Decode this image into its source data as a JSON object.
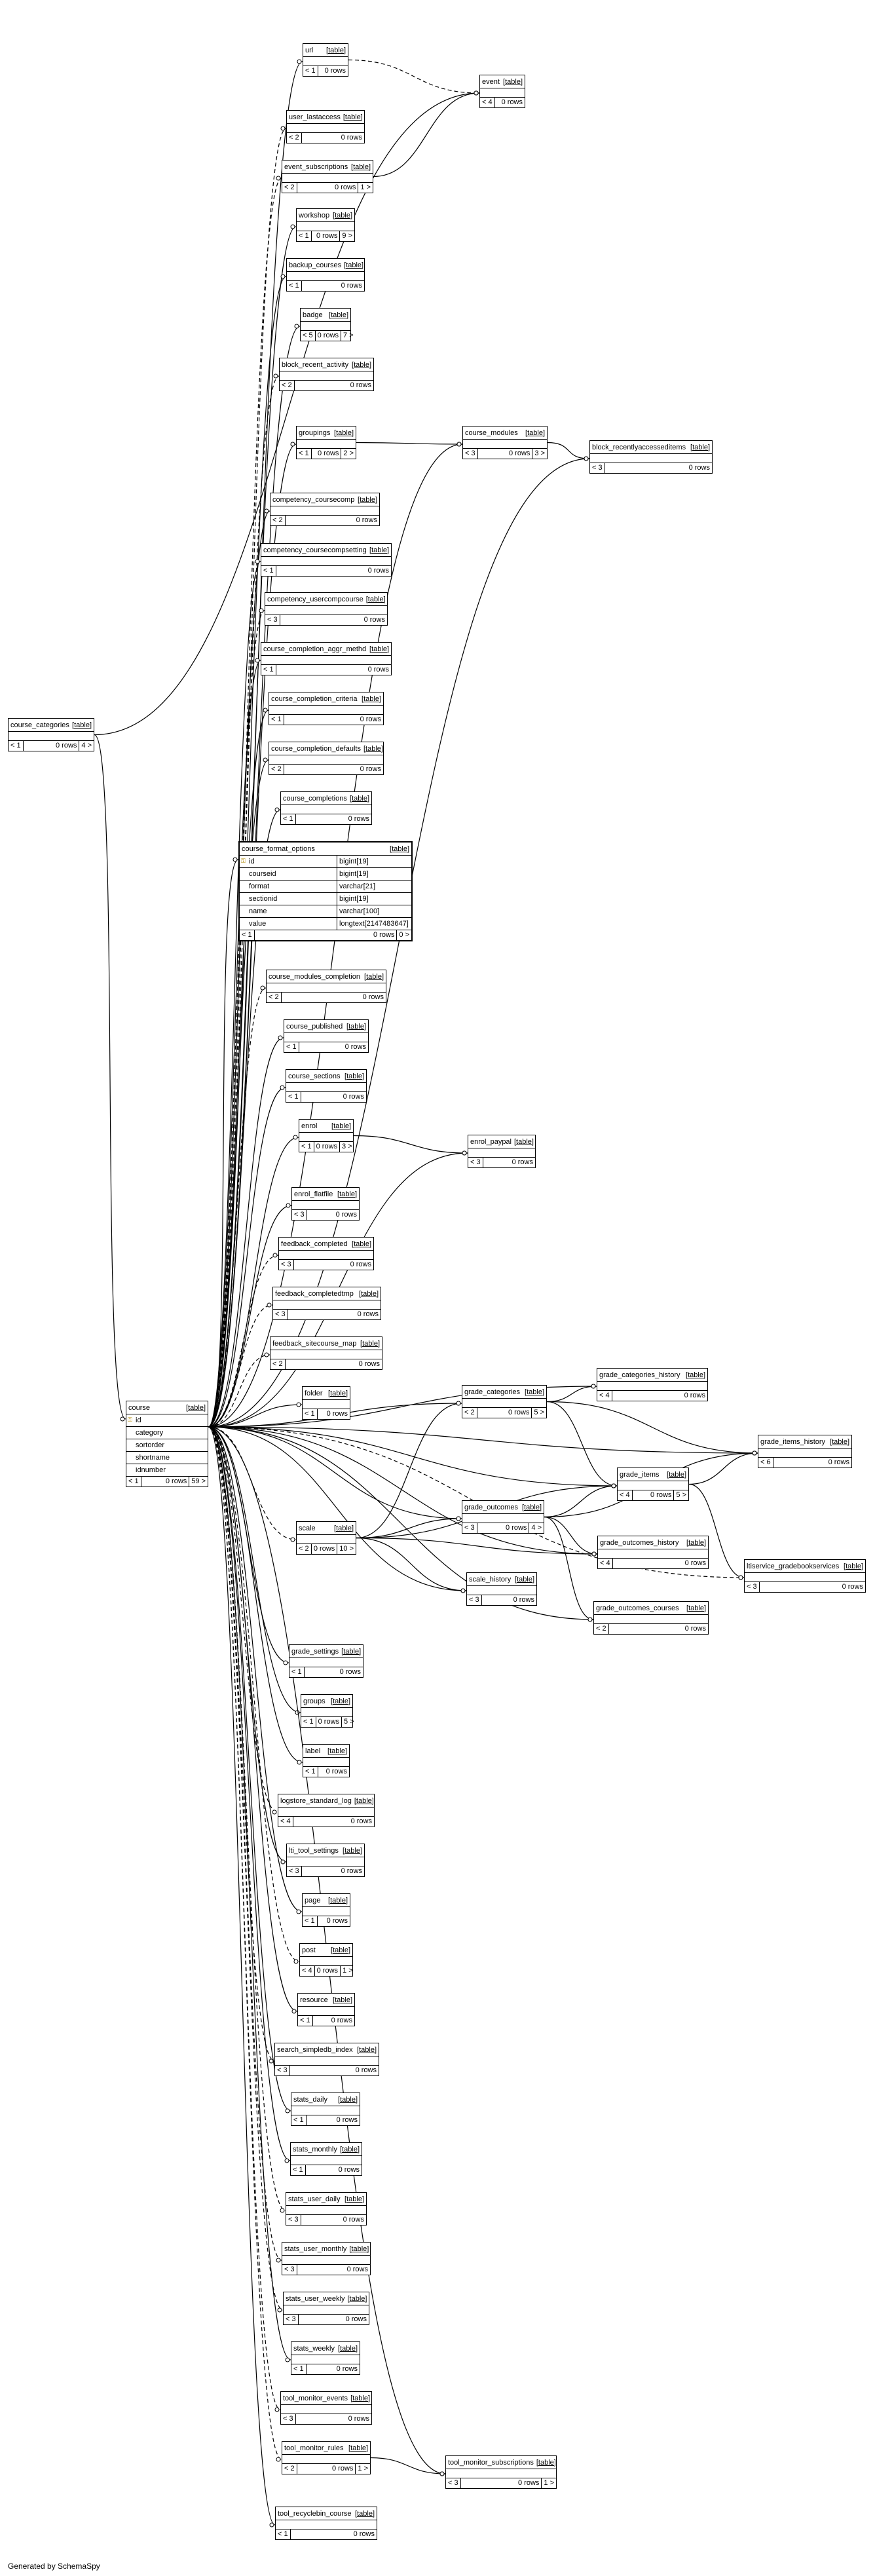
{
  "footer": "Generated by SchemaSpy",
  "table_tag": "[table]",
  "tables": [
    {
      "id": "url",
      "name": "url",
      "parents": "< 1",
      "rows": "0 rows",
      "children": ""
    },
    {
      "id": "event",
      "name": "event",
      "parents": "< 4",
      "rows": "0 rows",
      "children": ""
    },
    {
      "id": "user_lastaccess",
      "name": "user_lastaccess",
      "parents": "< 2",
      "rows": "0 rows",
      "children": ""
    },
    {
      "id": "event_subscriptions",
      "name": "event_subscriptions",
      "parents": "< 2",
      "rows": "0 rows",
      "children": "1 >"
    },
    {
      "id": "workshop",
      "name": "workshop",
      "parents": "< 1",
      "rows": "0 rows",
      "children": "9 >"
    },
    {
      "id": "backup_courses",
      "name": "backup_courses",
      "parents": "< 1",
      "rows": "0 rows",
      "children": ""
    },
    {
      "id": "badge",
      "name": "badge",
      "parents": "< 5",
      "rows": "0 rows",
      "children": "7 >"
    },
    {
      "id": "block_recent_activity",
      "name": "block_recent_activity",
      "parents": "< 2",
      "rows": "0 rows",
      "children": ""
    },
    {
      "id": "groupings",
      "name": "groupings",
      "parents": "< 1",
      "rows": "0 rows",
      "children": "2 >"
    },
    {
      "id": "course_modules",
      "name": "course_modules",
      "parents": "< 3",
      "rows": "0 rows",
      "children": "3 >"
    },
    {
      "id": "block_recentlyaccesseditems",
      "name": "block_recentlyaccesseditems",
      "parents": "< 3",
      "rows": "0 rows",
      "children": ""
    },
    {
      "id": "competency_coursecomp",
      "name": "competency_coursecomp",
      "parents": "< 2",
      "rows": "0 rows",
      "children": ""
    },
    {
      "id": "competency_coursecompsetting",
      "name": "competency_coursecompsetting",
      "parents": "< 1",
      "rows": "0 rows",
      "children": ""
    },
    {
      "id": "competency_usercompcourse",
      "name": "competency_usercompcourse",
      "parents": "< 3",
      "rows": "0 rows",
      "children": ""
    },
    {
      "id": "course_completion_aggr_methd",
      "name": "course_completion_aggr_methd",
      "parents": "< 1",
      "rows": "0 rows",
      "children": ""
    },
    {
      "id": "course_categories",
      "name": "course_categories",
      "parents": "< 1",
      "rows": "0 rows",
      "children": "4 >"
    },
    {
      "id": "course_completion_criteria",
      "name": "course_completion_criteria",
      "parents": "< 1",
      "rows": "0 rows",
      "children": ""
    },
    {
      "id": "course_completion_defaults",
      "name": "course_completion_defaults",
      "parents": "< 2",
      "rows": "0 rows",
      "children": ""
    },
    {
      "id": "course_completions",
      "name": "course_completions",
      "parents": "< 1",
      "rows": "0 rows",
      "children": ""
    },
    {
      "id": "course_modules_completion",
      "name": "course_modules_completion",
      "parents": "< 2",
      "rows": "0 rows",
      "children": ""
    },
    {
      "id": "course_published",
      "name": "course_published",
      "parents": "< 1",
      "rows": "0 rows",
      "children": ""
    },
    {
      "id": "course_sections",
      "name": "course_sections",
      "parents": "< 1",
      "rows": "0 rows",
      "children": ""
    },
    {
      "id": "enrol",
      "name": "enrol",
      "parents": "< 1",
      "rows": "0 rows",
      "children": "3 >"
    },
    {
      "id": "enrol_paypal",
      "name": "enrol_paypal",
      "parents": "< 3",
      "rows": "0 rows",
      "children": ""
    },
    {
      "id": "enrol_flatfile",
      "name": "enrol_flatfile",
      "parents": "< 3",
      "rows": "0 rows",
      "children": ""
    },
    {
      "id": "feedback_completed",
      "name": "feedback_completed",
      "parents": "< 3",
      "rows": "0 rows",
      "children": ""
    },
    {
      "id": "feedback_completedtmp",
      "name": "feedback_completedtmp",
      "parents": "< 3",
      "rows": "0 rows",
      "children": ""
    },
    {
      "id": "feedback_sitecourse_map",
      "name": "feedback_sitecourse_map",
      "parents": "< 2",
      "rows": "0 rows",
      "children": ""
    },
    {
      "id": "folder",
      "name": "folder",
      "parents": "< 1",
      "rows": "0 rows",
      "children": ""
    },
    {
      "id": "grade_categories_history",
      "name": "grade_categories_history",
      "parents": "< 4",
      "rows": "0 rows",
      "children": ""
    },
    {
      "id": "grade_categories",
      "name": "grade_categories",
      "parents": "< 2",
      "rows": "0 rows",
      "children": "5 >"
    },
    {
      "id": "grade_items_history",
      "name": "grade_items_history",
      "parents": "< 6",
      "rows": "0 rows",
      "children": ""
    },
    {
      "id": "grade_items",
      "name": "grade_items",
      "parents": "< 4",
      "rows": "0 rows",
      "children": "5 >"
    },
    {
      "id": "grade_outcomes",
      "name": "grade_outcomes",
      "parents": "< 3",
      "rows": "0 rows",
      "children": "4 >"
    },
    {
      "id": "scale",
      "name": "scale",
      "parents": "< 2",
      "rows": "0 rows",
      "children": "10 >"
    },
    {
      "id": "grade_outcomes_history",
      "name": "grade_outcomes_history",
      "parents": "< 4",
      "rows": "0 rows",
      "children": ""
    },
    {
      "id": "ltiservice_gradebookservices",
      "name": "ltiservice_gradebookservices",
      "parents": "< 3",
      "rows": "0 rows",
      "children": ""
    },
    {
      "id": "scale_history",
      "name": "scale_history",
      "parents": "< 3",
      "rows": "0 rows",
      "children": ""
    },
    {
      "id": "grade_outcomes_courses",
      "name": "grade_outcomes_courses",
      "parents": "< 2",
      "rows": "0 rows",
      "children": ""
    },
    {
      "id": "grade_settings",
      "name": "grade_settings",
      "parents": "< 1",
      "rows": "0 rows",
      "children": ""
    },
    {
      "id": "groups",
      "name": "groups",
      "parents": "< 1",
      "rows": "0 rows",
      "children": "5 >"
    },
    {
      "id": "label",
      "name": "label",
      "parents": "< 1",
      "rows": "0 rows",
      "children": ""
    },
    {
      "id": "logstore_standard_log",
      "name": "logstore_standard_log",
      "parents": "< 4",
      "rows": "0 rows",
      "children": ""
    },
    {
      "id": "lti_tool_settings",
      "name": "lti_tool_settings",
      "parents": "< 3",
      "rows": "0 rows",
      "children": ""
    },
    {
      "id": "page",
      "name": "page",
      "parents": "< 1",
      "rows": "0 rows",
      "children": ""
    },
    {
      "id": "post",
      "name": "post",
      "parents": "< 4",
      "rows": "0 rows",
      "children": "1 >"
    },
    {
      "id": "resource",
      "name": "resource",
      "parents": "< 1",
      "rows": "0 rows",
      "children": ""
    },
    {
      "id": "search_simpledb_index",
      "name": "search_simpledb_index",
      "parents": "< 3",
      "rows": "0 rows",
      "children": ""
    },
    {
      "id": "stats_daily",
      "name": "stats_daily",
      "parents": "< 1",
      "rows": "0 rows",
      "children": ""
    },
    {
      "id": "stats_monthly",
      "name": "stats_monthly",
      "parents": "< 1",
      "rows": "0 rows",
      "children": ""
    },
    {
      "id": "stats_user_daily",
      "name": "stats_user_daily",
      "parents": "< 3",
      "rows": "0 rows",
      "children": ""
    },
    {
      "id": "stats_user_monthly",
      "name": "stats_user_monthly",
      "parents": "< 3",
      "rows": "0 rows",
      "children": ""
    },
    {
      "id": "stats_user_weekly",
      "name": "stats_user_weekly",
      "parents": "< 3",
      "rows": "0 rows",
      "children": ""
    },
    {
      "id": "stats_weekly",
      "name": "stats_weekly",
      "parents": "< 1",
      "rows": "0 rows",
      "children": ""
    },
    {
      "id": "tool_monitor_events",
      "name": "tool_monitor_events",
      "parents": "< 3",
      "rows": "0 rows",
      "children": ""
    },
    {
      "id": "tool_monitor_rules",
      "name": "tool_monitor_rules",
      "parents": "< 2",
      "rows": "0 rows",
      "children": "1 >"
    },
    {
      "id": "tool_monitor_subscriptions",
      "name": "tool_monitor_subscriptions",
      "parents": "< 3",
      "rows": "0 rows",
      "children": "1 >"
    },
    {
      "id": "tool_recyclebin_course",
      "name": "tool_recyclebin_course",
      "parents": "< 1",
      "rows": "0 rows",
      "children": ""
    },
    {
      "id": "course",
      "name": "course",
      "parents": "< 1",
      "rows": "0 rows",
      "children": "59 >",
      "columns": [
        {
          "name": "id",
          "type": "",
          "key": true
        },
        {
          "name": "category",
          "type": "",
          "key": false
        },
        {
          "name": "sortorder",
          "type": "",
          "key": false
        },
        {
          "name": "shortname",
          "type": "",
          "key": false
        },
        {
          "name": "idnumber",
          "type": "",
          "key": false
        }
      ]
    },
    {
      "id": "course_format_options",
      "name": "course_format_options",
      "parents": "< 1",
      "rows": "0 rows",
      "children": "0 >",
      "focus": true,
      "columns": [
        {
          "name": "id",
          "type": "bigint[19]",
          "key": true
        },
        {
          "name": "courseid",
          "type": "bigint[19]",
          "key": false
        },
        {
          "name": "format",
          "type": "varchar[21]",
          "key": false
        },
        {
          "name": "sectionid",
          "type": "bigint[19]",
          "key": false
        },
        {
          "name": "name",
          "type": "varchar[100]",
          "key": false
        },
        {
          "name": "value",
          "type": "longtext[2147483647]",
          "key": false
        }
      ]
    }
  ],
  "edges": [
    {
      "from": "course",
      "to": "url",
      "style": "solid"
    },
    {
      "from": "course",
      "to": "user_lastaccess",
      "style": "dashed"
    },
    {
      "from": "course",
      "to": "event_subscriptions",
      "style": "dashed"
    },
    {
      "from": "course",
      "to": "workshop",
      "style": "solid"
    },
    {
      "from": "course",
      "to": "backup_courses",
      "style": "solid"
    },
    {
      "from": "course",
      "to": "badge",
      "style": "solid"
    },
    {
      "from": "course",
      "to": "block_recent_activity",
      "style": "dashed"
    },
    {
      "from": "course",
      "to": "groupings",
      "style": "solid"
    },
    {
      "from": "course",
      "to": "course_modules",
      "style": "solid"
    },
    {
      "from": "course",
      "to": "block_recentlyaccesseditems",
      "style": "solid"
    },
    {
      "from": "course",
      "to": "competency_coursecomp",
      "style": "solid"
    },
    {
      "from": "course",
      "to": "competency_coursecompsetting",
      "style": "solid"
    },
    {
      "from": "course",
      "to": "competency_usercompcourse",
      "style": "dashed"
    },
    {
      "from": "course",
      "to": "course_completion_aggr_methd",
      "style": "solid"
    },
    {
      "from": "course",
      "to": "course_completion_criteria",
      "style": "solid"
    },
    {
      "from": "course",
      "to": "course_completion_defaults",
      "style": "solid"
    },
    {
      "from": "course",
      "to": "course_completions",
      "style": "solid"
    },
    {
      "from": "course",
      "to": "course_format_options",
      "style": "solid"
    },
    {
      "from": "course",
      "to": "course_modules_completion",
      "style": "dashed"
    },
    {
      "from": "course",
      "to": "course_published",
      "style": "solid"
    },
    {
      "from": "course",
      "to": "course_sections",
      "style": "solid"
    },
    {
      "from": "course",
      "to": "enrol",
      "style": "solid"
    },
    {
      "from": "course",
      "to": "enrol_paypal",
      "style": "solid"
    },
    {
      "from": "course",
      "to": "enrol_flatfile",
      "style": "solid"
    },
    {
      "from": "course",
      "to": "feedback_completed",
      "style": "dashed"
    },
    {
      "from": "course",
      "to": "feedback_completedtmp",
      "style": "dashed"
    },
    {
      "from": "course",
      "to": "feedback_sitecourse_map",
      "style": "dashed"
    },
    {
      "from": "course",
      "to": "folder",
      "style": "solid"
    },
    {
      "from": "course",
      "to": "grade_categories",
      "style": "solid"
    },
    {
      "from": "course",
      "to": "grade_categories_history",
      "style": "solid"
    },
    {
      "from": "course",
      "to": "grade_items",
      "style": "solid"
    },
    {
      "from": "course",
      "to": "grade_items_history",
      "style": "solid"
    },
    {
      "from": "course",
      "to": "grade_outcomes",
      "style": "solid"
    },
    {
      "from": "course",
      "to": "grade_outcomes_history",
      "style": "solid"
    },
    {
      "from": "course",
      "to": "scale",
      "style": "dashed"
    },
    {
      "from": "course",
      "to": "scale_history",
      "style": "solid"
    },
    {
      "from": "course",
      "to": "grade_outcomes_courses",
      "style": "solid"
    },
    {
      "from": "course",
      "to": "ltiservice_gradebookservices",
      "style": "dashed"
    },
    {
      "from": "course",
      "to": "grade_settings",
      "style": "solid"
    },
    {
      "from": "course",
      "to": "groups",
      "style": "solid"
    },
    {
      "from": "course",
      "to": "label",
      "style": "solid"
    },
    {
      "from": "course",
      "to": "logstore_standard_log",
      "style": "dashed"
    },
    {
      "from": "course",
      "to": "lti_tool_settings",
      "style": "solid"
    },
    {
      "from": "course",
      "to": "page",
      "style": "solid"
    },
    {
      "from": "course",
      "to": "post",
      "style": "dashed"
    },
    {
      "from": "course",
      "to": "resource",
      "style": "solid"
    },
    {
      "from": "course",
      "to": "search_simpledb_index",
      "style": "dashed"
    },
    {
      "from": "course",
      "to": "stats_daily",
      "style": "solid"
    },
    {
      "from": "course",
      "to": "stats_monthly",
      "style": "solid"
    },
    {
      "from": "course",
      "to": "stats_user_daily",
      "style": "dashed"
    },
    {
      "from": "course",
      "to": "stats_user_monthly",
      "style": "dashed"
    },
    {
      "from": "course",
      "to": "stats_user_weekly",
      "style": "dashed"
    },
    {
      "from": "course",
      "to": "stats_weekly",
      "style": "solid"
    },
    {
      "from": "course",
      "to": "tool_monitor_events",
      "style": "dashed"
    },
    {
      "from": "course",
      "to": "tool_monitor_rules",
      "style": "dashed"
    },
    {
      "from": "course",
      "to": "tool_recyclebin_course",
      "style": "solid"
    },
    {
      "from": "course_categories",
      "to": "event",
      "style": "solid"
    },
    {
      "from": "course_categories",
      "to": "course",
      "style": "solid"
    },
    {
      "from": "event_subscriptions",
      "to": "event",
      "style": "solid"
    },
    {
      "from": "url",
      "to": "event",
      "style": "dashed"
    },
    {
      "from": "groupings",
      "to": "course_modules",
      "style": "solid"
    },
    {
      "from": "course_modules",
      "to": "block_recentlyaccesseditems",
      "style": "solid"
    },
    {
      "from": "enrol",
      "to": "enrol_paypal",
      "style": "solid"
    },
    {
      "from": "grade_categories",
      "to": "grade_categories_history",
      "style": "solid"
    },
    {
      "from": "grade_categories",
      "to": "grade_items",
      "style": "solid"
    },
    {
      "from": "grade_categories",
      "to": "grade_items_history",
      "style": "solid"
    },
    {
      "from": "grade_items",
      "to": "grade_items_history",
      "style": "solid"
    },
    {
      "from": "grade_items",
      "to": "ltiservice_gradebookservices",
      "style": "solid"
    },
    {
      "from": "grade_outcomes",
      "to": "grade_items",
      "style": "solid"
    },
    {
      "from": "grade_outcomes",
      "to": "grade_items_history",
      "style": "solid"
    },
    {
      "from": "grade_outcomes",
      "to": "grade_outcomes_history",
      "style": "solid"
    },
    {
      "from": "grade_outcomes",
      "to": "grade_outcomes_courses",
      "style": "solid"
    },
    {
      "from": "scale",
      "to": "grade_items",
      "style": "solid"
    },
    {
      "from": "scale",
      "to": "grade_outcomes",
      "style": "solid"
    },
    {
      "from": "scale",
      "to": "scale_history",
      "style": "solid"
    },
    {
      "from": "scale",
      "to": "grade_outcomes_history",
      "style": "solid"
    },
    {
      "from": "scale",
      "to": "grade_categories",
      "style": "solid"
    },
    {
      "from": "tool_monitor_rules",
      "to": "tool_monitor_subscriptions",
      "style": "solid"
    },
    {
      "from": "course",
      "to": "tool_monitor_subscriptions",
      "style": "solid"
    }
  ]
}
